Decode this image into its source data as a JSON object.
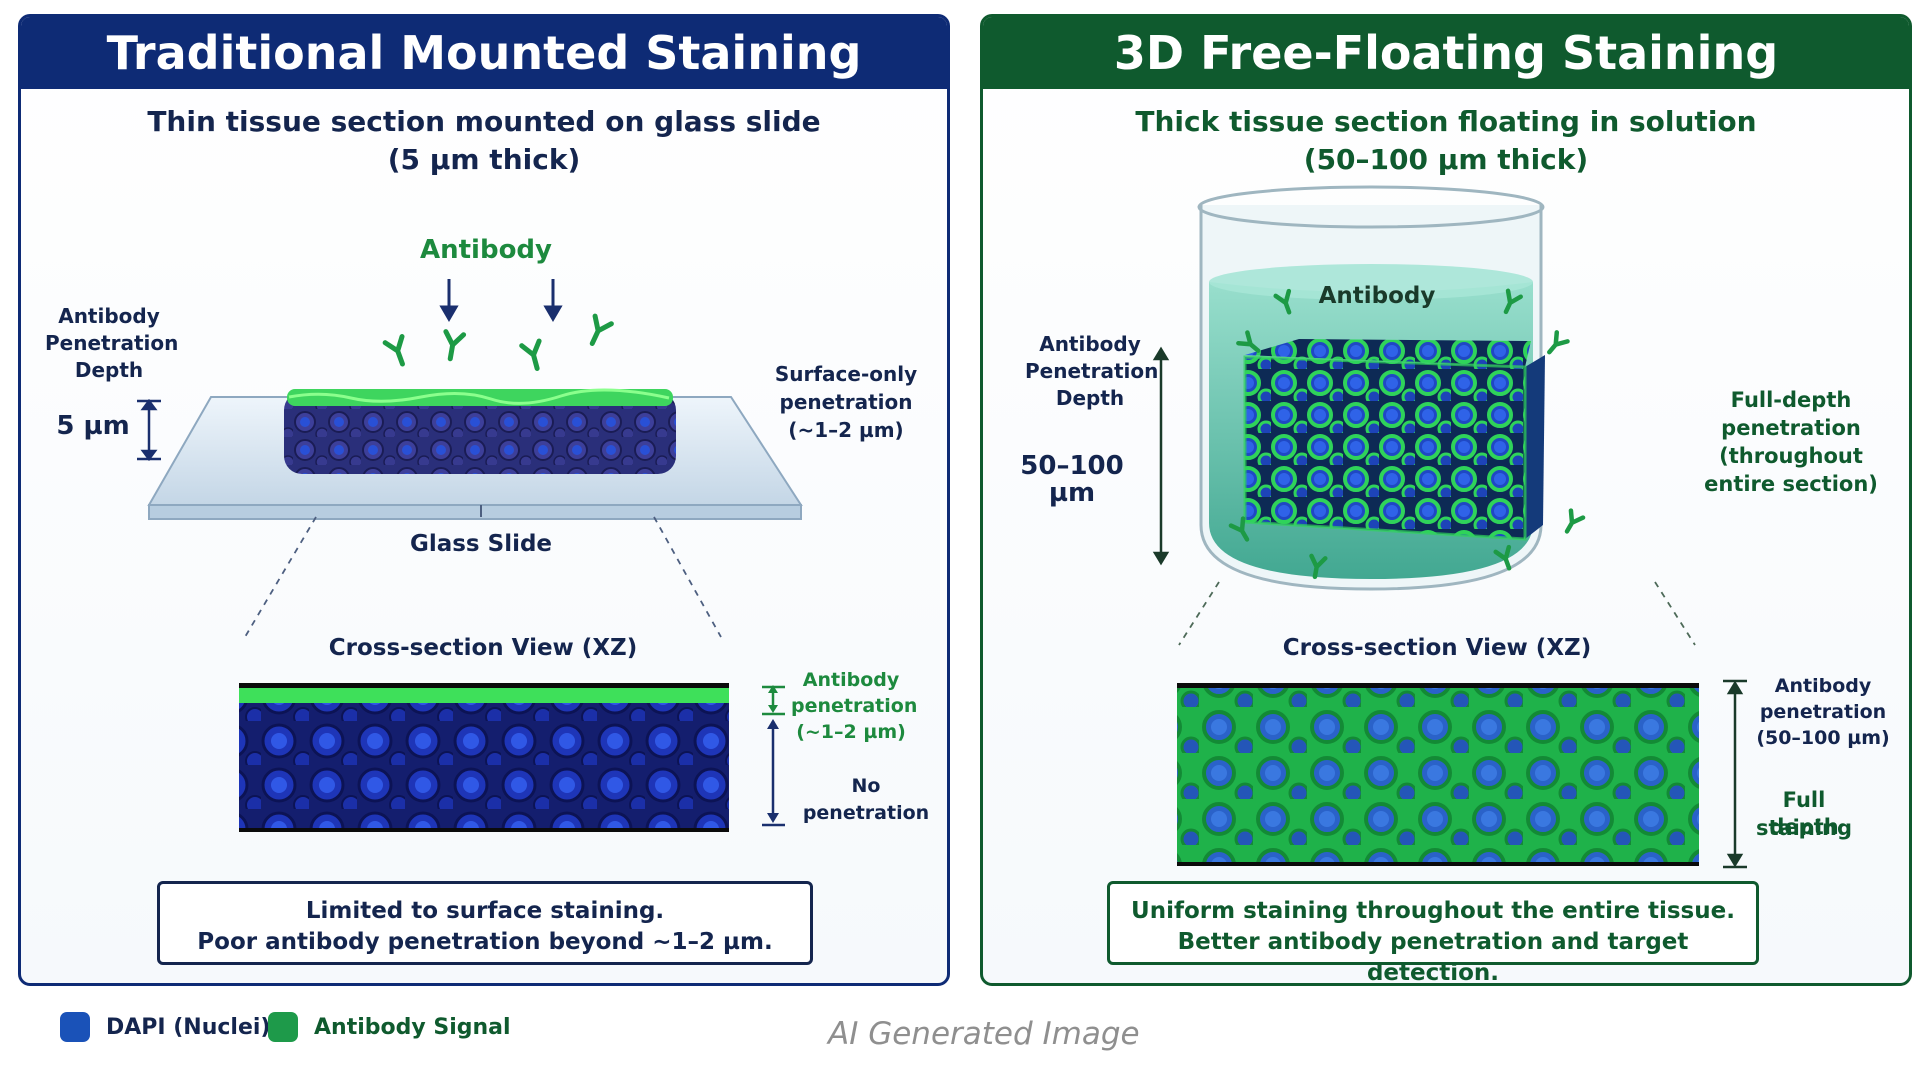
{
  "left": {
    "header": "Traditional Mounted Staining",
    "subtitle_line1": "Thin tissue section mounted on glass slide",
    "subtitle_line2": "(5 µm thick)",
    "antibody_label": "Antibody",
    "depth_label_line1": "Antibody",
    "depth_label_line2": "Penetration",
    "depth_label_line3": "Depth",
    "depth_value": "5 µm",
    "surface_line1": "Surface-only",
    "surface_line2": "penetration",
    "surface_line3": "(~1–2 µm)",
    "glass_slide_label": "Glass Slide",
    "xz_title": "Cross-section View (XZ)",
    "xz_ab_line1": "Antibody",
    "xz_ab_line2": "penetration",
    "xz_ab_line3": "(~1–2 µm)",
    "xz_no_penetration": "No penetration",
    "summary_line1": "Limited to surface staining.",
    "summary_line2": "Poor antibody penetration beyond ~1–2 µm."
  },
  "right": {
    "header": "3D Free-Floating Staining",
    "subtitle_line1": "Thick tissue section floating in solution",
    "subtitle_line2": "(50–100 µm thick)",
    "antibody_label": "Antibody",
    "depth_label_line1": "Antibody",
    "depth_label_line2": "Penetration",
    "depth_label_line3": "Depth",
    "depth_value": "50–100 µm",
    "full_line1": "Full-depth",
    "full_line2": "penetration",
    "full_line3": "(throughout",
    "full_line4": "entire section)",
    "xz_title": "Cross-section View (XZ)",
    "xz_ab_line1": "Antibody",
    "xz_ab_line2": "penetration",
    "xz_ab_line3": "(50–100 µm)",
    "xz_full_line1": "Full depth",
    "xz_full_line2": "staining",
    "summary_line1": "Uniform staining throughout the entire tissue.",
    "summary_line2": "Better antibody penetration and target detection."
  },
  "legend": {
    "dapi_label": "DAPI (Nuclei)",
    "antibody_label": "Antibody Signal",
    "dapi_color": "#1a52b8",
    "antibody_color": "#1e9a4a"
  },
  "watermark": "AI Generated Image",
  "colors": {
    "navy": "#0e2b75",
    "dark_green": "#0f5a2e",
    "signal_green": "#2fd35a",
    "nuclei_blue": "#2346c9"
  }
}
